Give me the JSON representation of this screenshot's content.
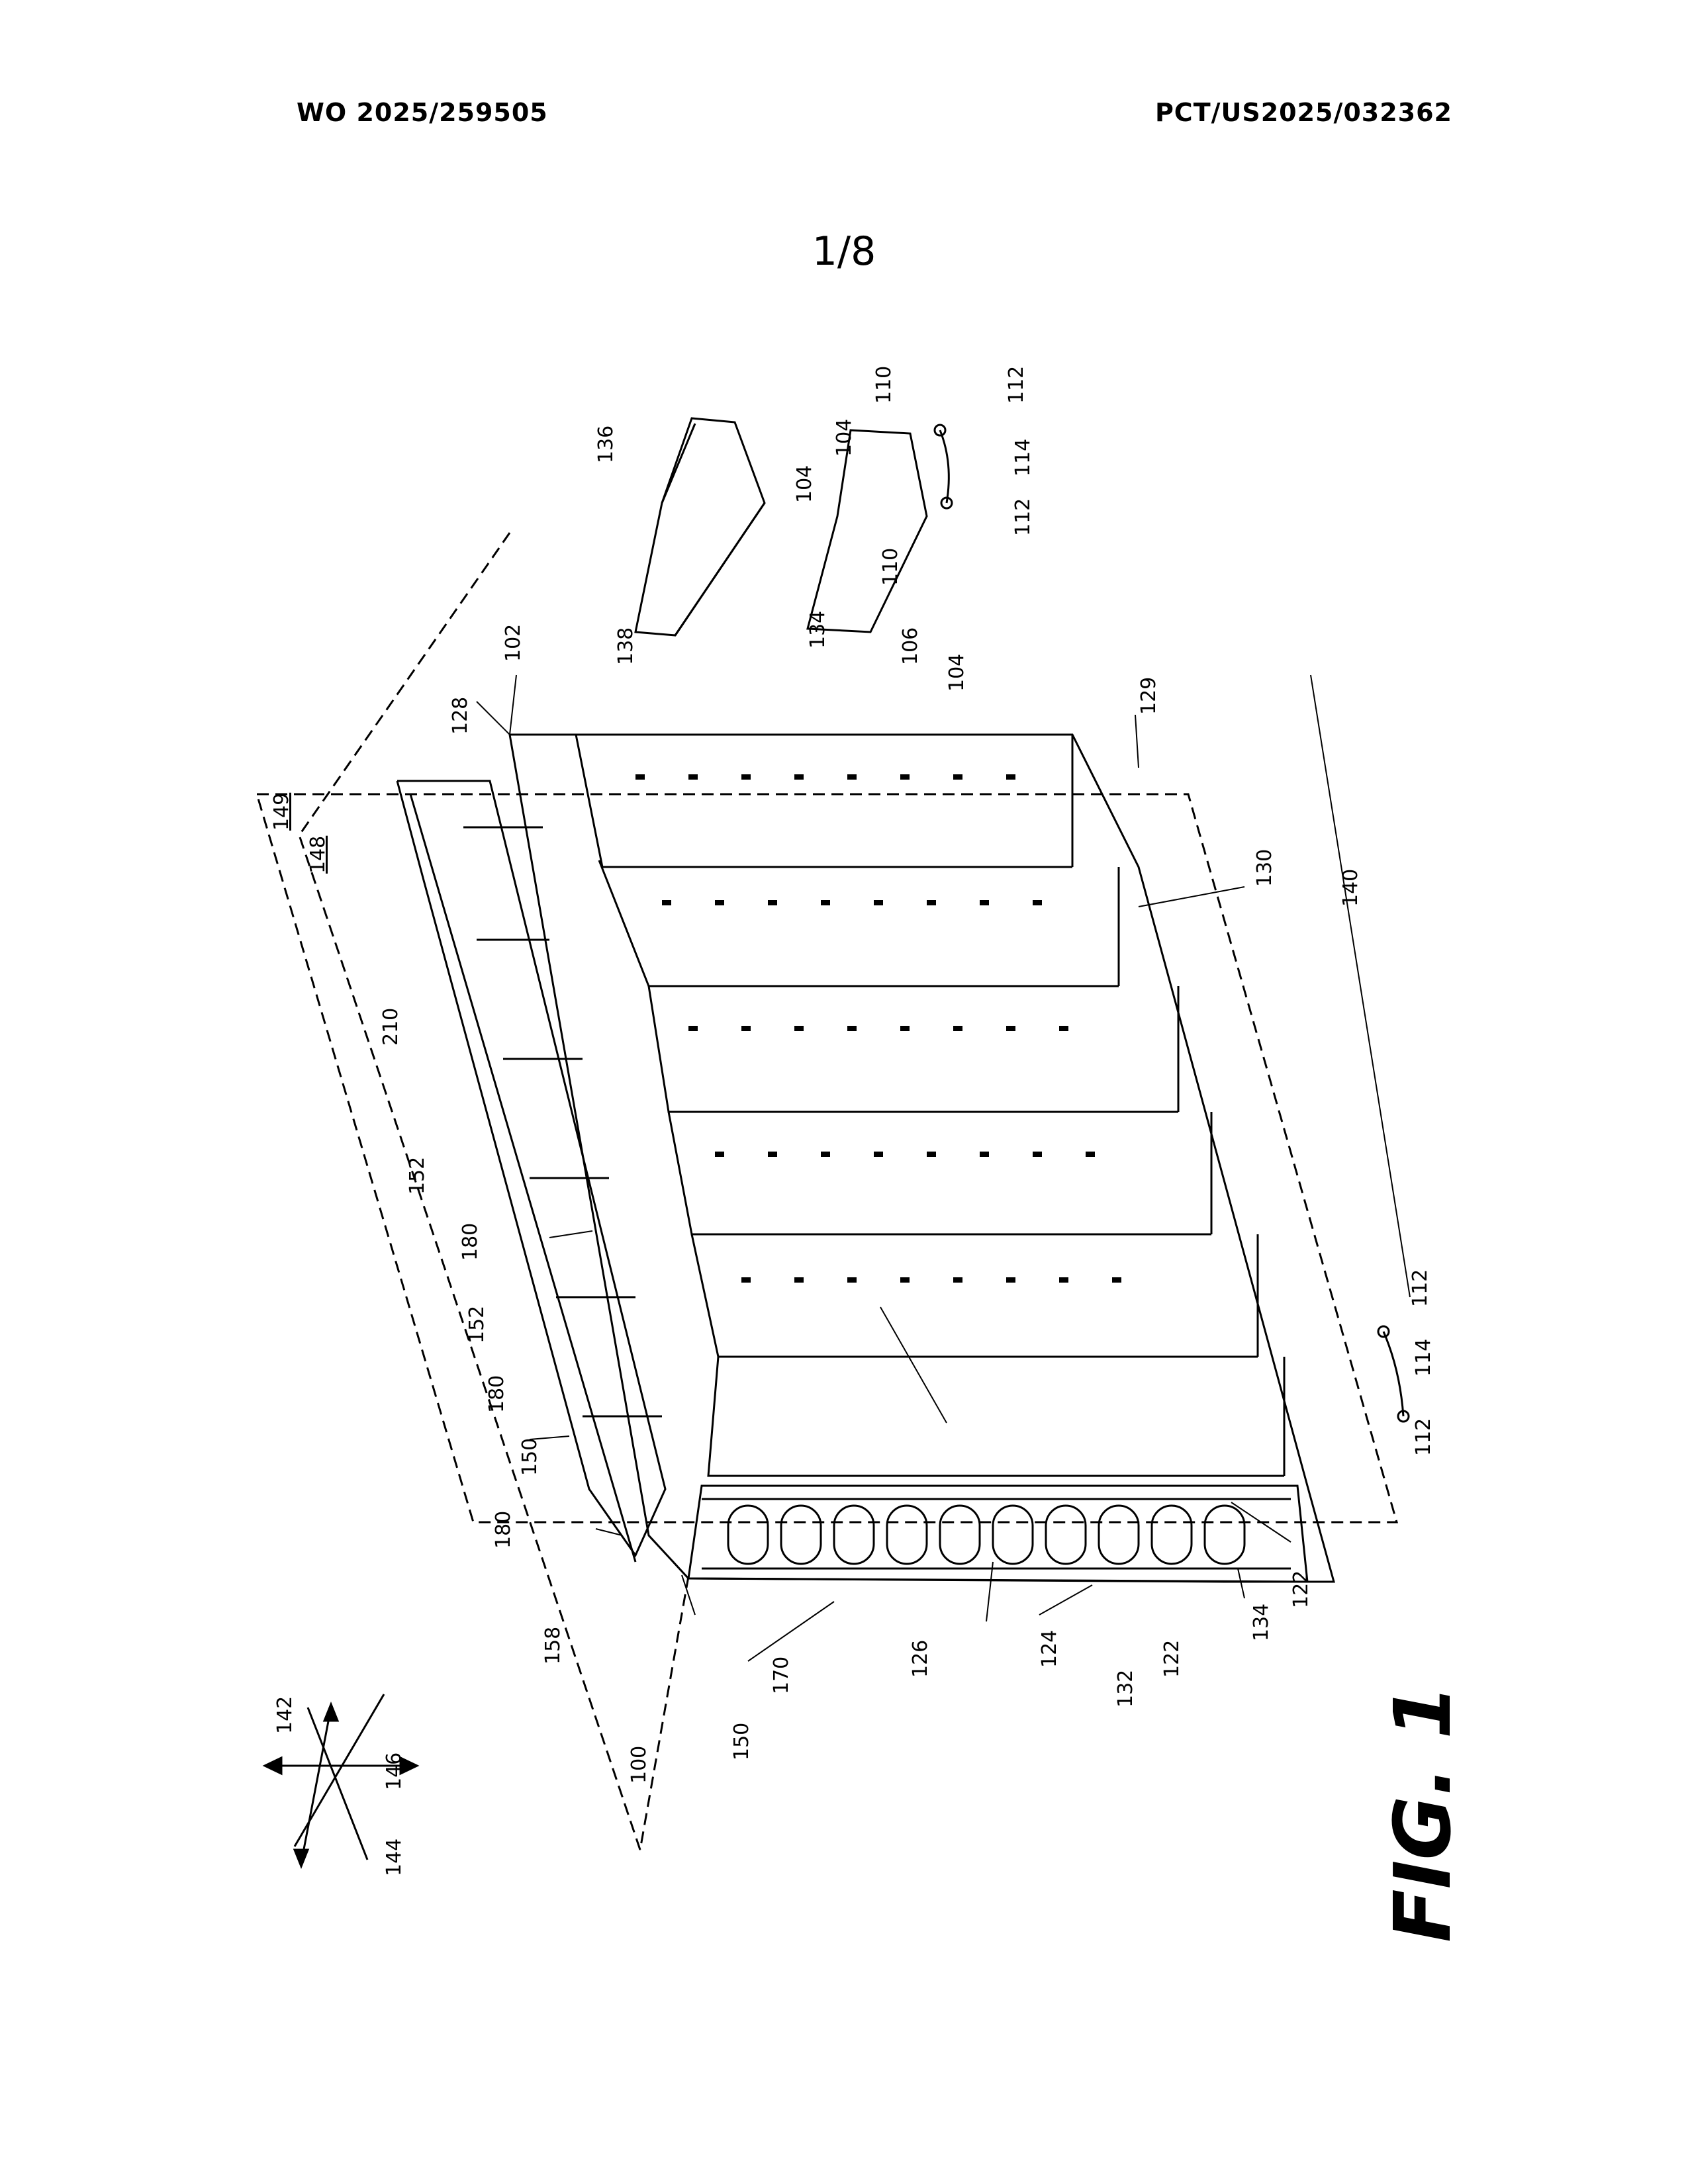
{
  "header": {
    "publication_number": "WO 2025/259505",
    "application_number": "PCT/US2025/032362"
  },
  "sheet_number": "1/8",
  "figure_label": "FIG. 1",
  "reference_numerals": {
    "r100": "100",
    "r102": "102",
    "r104a": "104",
    "r104b": "104",
    "r104c": "104",
    "r106": "106",
    "r110a": "110",
    "r110b": "110",
    "r112a": "112",
    "r112b": "112",
    "r112c": "112",
    "r112d": "112",
    "r114a": "114",
    "r114b": "114",
    "r122a": "122",
    "r122b": "122",
    "r124": "124",
    "r126": "126",
    "r128": "128",
    "r129": "129",
    "r130": "130",
    "r132": "132",
    "r134a": "134",
    "r134b": "134",
    "r136": "136",
    "r138": "138",
    "r140": "140",
    "r142": "142",
    "r144": "144",
    "r146": "146",
    "r148": "148",
    "r149": "149",
    "r150a": "150",
    "r150b": "150",
    "r152a": "152",
    "r152b": "152",
    "r158": "158",
    "r170": "170",
    "r180a": "180",
    "r180b": "180",
    "r180c": "180",
    "r210": "210"
  }
}
